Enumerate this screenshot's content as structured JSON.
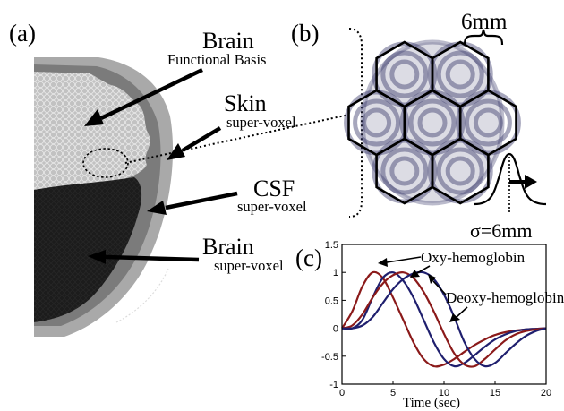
{
  "panels": {
    "a": {
      "label": "(a)",
      "annotations": [
        {
          "title": "Brain",
          "subtitle": "Functional Basis"
        },
        {
          "title": "Skin",
          "subtitle": "super-voxel"
        },
        {
          "title": "CSF",
          "subtitle": "super-voxel"
        },
        {
          "title": "Brain",
          "subtitle": "super-voxel"
        }
      ]
    },
    "b": {
      "label": "(b)",
      "spacing_label": "6mm",
      "sigma_label": "σ=6mm"
    },
    "c": {
      "label": "(c)",
      "xlabel": "Time (sec)",
      "oxy_label": "Oxy-hemoglobin",
      "deoxy_label": "Deoxy-hemoglobin"
    }
  },
  "colors": {
    "skin": "#a9a9a9",
    "csf": "#808080",
    "brain": "#1c1c1c",
    "basis": "#c4c4c4",
    "gaussian": "#3c3c6c",
    "oxy": "#8b1a1a",
    "deoxy": "#1f1f6e"
  },
  "chart_data": {
    "type": "line",
    "xlabel": "Time (sec)",
    "ylabel": "",
    "xlim": [
      0,
      20
    ],
    "ylim": [
      -1,
      1.5
    ],
    "xticks": [
      0,
      5,
      10,
      15,
      20
    ],
    "yticks": [
      -1,
      -0.5,
      0,
      0.5,
      1,
      1.5
    ],
    "grid": false,
    "series": [
      {
        "name": "Oxy-hemoglobin",
        "color": "#8b1a1a",
        "x": [
          0,
          1,
          2,
          3,
          4,
          5,
          6,
          7,
          8,
          9,
          10,
          11,
          12,
          13,
          14,
          15,
          16,
          17,
          18,
          19,
          20
        ],
        "y": [
          0,
          0.3,
          0.75,
          1.0,
          0.9,
          0.55,
          0.15,
          -0.25,
          -0.55,
          -0.68,
          -0.65,
          -0.55,
          -0.42,
          -0.3,
          -0.2,
          -0.12,
          -0.07,
          -0.04,
          -0.02,
          -0.01,
          0
        ]
      },
      {
        "name": "",
        "color": "#1f1f6e",
        "x": [
          0,
          1,
          2,
          3,
          4,
          5,
          6,
          7,
          8,
          9,
          10,
          11,
          12,
          13,
          14,
          15,
          16,
          17,
          18,
          19,
          20
        ],
        "y": [
          0,
          0,
          0.15,
          0.55,
          0.9,
          1.0,
          0.85,
          0.55,
          0.15,
          -0.25,
          -0.55,
          -0.68,
          -0.62,
          -0.48,
          -0.33,
          -0.2,
          -0.11,
          -0.05,
          -0.02,
          -0.01,
          0
        ]
      },
      {
        "name": "",
        "color": "#8b1a1a",
        "x": [
          0,
          1,
          2,
          3,
          4,
          5,
          6,
          7,
          8,
          9,
          10,
          11,
          12,
          13,
          14,
          15,
          16,
          17,
          18,
          19,
          20
        ],
        "y": [
          0,
          0.05,
          0.25,
          0.55,
          0.8,
          0.95,
          1.0,
          0.9,
          0.65,
          0.3,
          -0.1,
          -0.45,
          -0.65,
          -0.68,
          -0.55,
          -0.38,
          -0.22,
          -0.11,
          -0.05,
          -0.02,
          0
        ]
      },
      {
        "name": "Deoxy-hemoglobin",
        "color": "#1f1f6e",
        "x": [
          0,
          1,
          2,
          3,
          4,
          5,
          6,
          7,
          8,
          9,
          10,
          11,
          12,
          13,
          14,
          15,
          16,
          17,
          18,
          19,
          20
        ],
        "y": [
          0,
          0,
          0.05,
          0.2,
          0.45,
          0.7,
          0.88,
          0.98,
          1.0,
          0.88,
          0.6,
          0.2,
          -0.25,
          -0.55,
          -0.68,
          -0.62,
          -0.45,
          -0.28,
          -0.14,
          -0.05,
          0
        ]
      }
    ]
  }
}
